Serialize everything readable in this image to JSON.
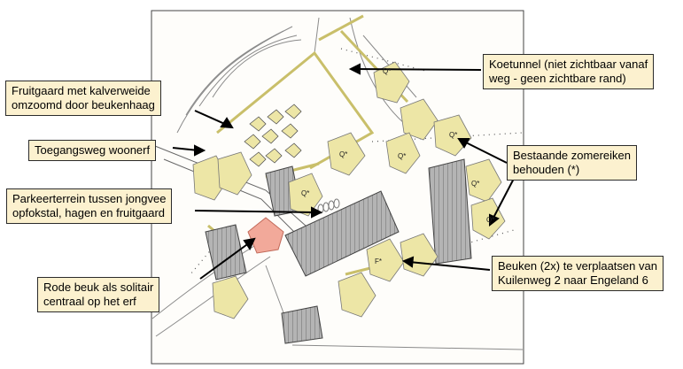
{
  "annotations": {
    "fruitgaard": [
      "Fruitgaard met kalverweide",
      "omzoomd door beukenhaag"
    ],
    "toegangsweg": [
      "Toegangsweg woonerf"
    ],
    "parkeerterrein": [
      "Parkeerterrein tussen jongvee",
      "opfokstal, hagen en fruitgaard"
    ],
    "rode_beuk": [
      "Rode beuk als solitair",
      "centraal op het erf"
    ],
    "koetunnel": [
      "Koetunnel (niet zichtbaar vanaf",
      "weg - geen zichtbare rand)"
    ],
    "zomereiken": [
      "Bestaande zomereiken",
      "behouden (*)"
    ],
    "beuken": [
      "Beuken (2x) te verplaatsen van",
      "Kuilenweg 2 naar Engeland 6"
    ]
  },
  "tree_markers": [
    "Q*",
    "Q*",
    "Q*",
    "Q*",
    "Q*",
    "Q*",
    "F*",
    "Q*"
  ],
  "colors": {
    "label_bg": "#fcf1cf",
    "tree_fill": "#ede6a6",
    "red_beech": "#f2a99a",
    "hedge": "#c9bf6a",
    "roof": "#9a9a9a"
  }
}
